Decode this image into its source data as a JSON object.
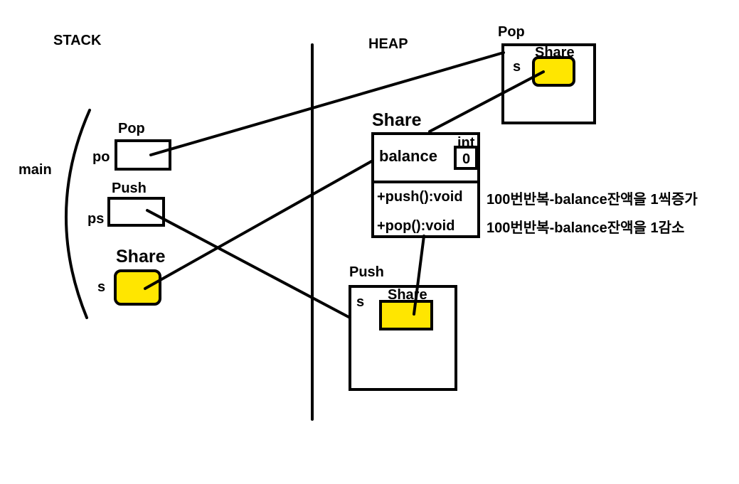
{
  "colors": {
    "background": "#ffffff",
    "ink": "#000000",
    "reference_fill": "#ffe600"
  },
  "stack": {
    "title": "STACK",
    "frame_label": "main",
    "vars": {
      "po": {
        "name": "po",
        "type": "Pop"
      },
      "ps": {
        "name": "ps",
        "type": "Push"
      },
      "s": {
        "name": "s",
        "type": "Share"
      }
    }
  },
  "heap": {
    "title": "HEAP",
    "pop_object": {
      "type": "Pop",
      "field": "s",
      "field_type": "Share"
    },
    "push_object": {
      "type": "Push",
      "field": "s",
      "field_type": "Share"
    },
    "share_class": {
      "name": "Share",
      "field": "balance",
      "field_type": "int",
      "field_value": "0",
      "methods": [
        "+push():void",
        "+pop():void"
      ],
      "method_notes": [
        "100번반복-balance잔액을 1씩증가",
        "100번반복-balance잔액을 1감소"
      ]
    }
  }
}
